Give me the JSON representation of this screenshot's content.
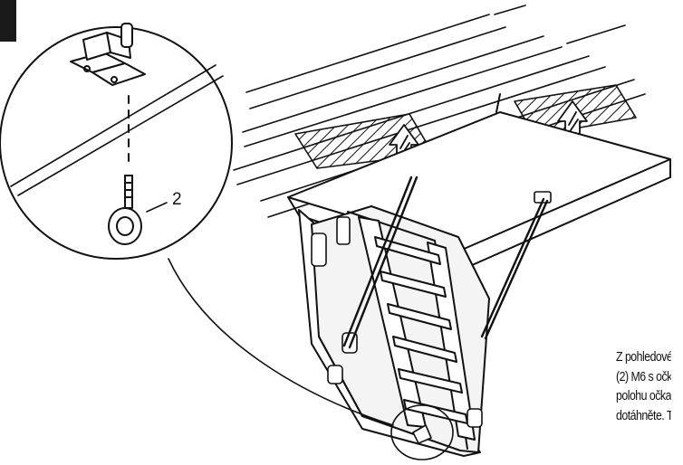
{
  "illustration": {
    "callout_number": "2"
  },
  "caption": {
    "lines": [
      "Z pohledové",
      "(2) M6 s očk",
      "polohu očka",
      "dotáhněte. T"
    ]
  }
}
